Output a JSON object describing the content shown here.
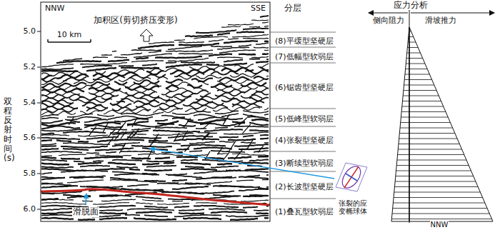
{
  "diagram": {
    "nodes": [
      {
        "text": [
          "(8)平缓型坚硬层"
        ]
      },
      {
        "text": [
          "(7)低幅型软弱层"
        ]
      },
      {
        "text": [
          "(6)锯齿型坚硬层"
        ]
      },
      {
        "text": [
          "(5)低峰型软弱层"
        ]
      },
      {
        "text": [
          "(4)张裂型坚硬层"
        ]
      },
      {
        "text": [
          "(3)断续型软弱层"
        ]
      },
      {
        "text": [
          "(2)长波型坚硬层"
        ]
      },
      {
        "text": [
          "(1)叠瓦型软弱层"
        ]
      }
    ],
    "labels": [
      "NNW",
      "SSE",
      "加积区(剪切挤压变形)",
      "10 km",
      "双程反射时间(s)",
      "5.0",
      "5.2",
      "5.4",
      "5.6",
      "5.8",
      "6.0",
      "滑脱面",
      "分层",
      "张裂的应变椭球体",
      "应力分析",
      "侧向阻力",
      "滑坡推力",
      "NNW"
    ]
  }
}
